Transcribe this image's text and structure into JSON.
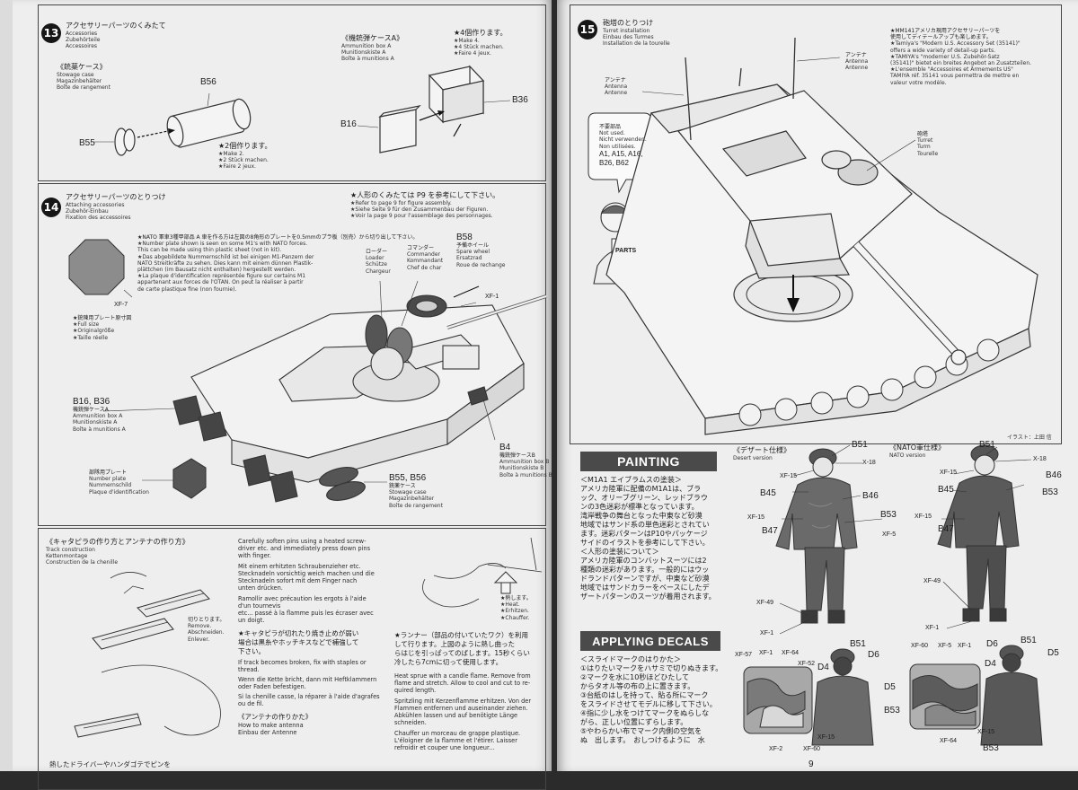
{
  "left": {
    "step13": {
      "num": "13",
      "title_jp": "アクセサリーパーツのくみたて",
      "title_en": "Accessories",
      "title_de": "Zubehörteile",
      "title_fr": "Accessoires",
      "stowage_jp": "《銃薬ケース》",
      "stowage_en": "Stowage case",
      "stowage_de": "Magazinbehälter",
      "stowage_fr": "Boîte de rangement",
      "b56": "B56",
      "b55": "B55",
      "make2_jp": "★2個作ります。",
      "make2_en": "★Make 2.",
      "make2_de": "★2 Stück machen.",
      "make2_fr": "★Faire 2 jeux.",
      "ammo_jp": "《機銃弾ケースA》",
      "ammo_en": "Ammunition box A",
      "ammo_de": "Munitionskiste A",
      "ammo_fr": "Boîte à munitions A",
      "make4_jp": "★4個作ります。",
      "make4_en": "★Make 4.",
      "make4_de": "★4 Stück machen.",
      "make4_fr": "★Faire 4 jeux.",
      "b36": "B36",
      "b16": "B16"
    },
    "step14": {
      "num": "14",
      "title_jp": "アクセサリーパーツのとりつけ",
      "title_en": "Attaching accessories",
      "title_de": "Zubehör-Einbau",
      "title_fr": "Fixation des accessoires",
      "ref_jp": "★人形のくみたては P9 を参考にして下さい。",
      "ref_en": "★Refer to page 9 for figure assembly.",
      "ref_de": "★Siehe Seite 9 für den Zusammenbau der Figuren.",
      "ref_fr": "★Voir la page 9 pour l'assemblage des personnages.",
      "nato_jp": "★NATO 軍車3種甲部品 A 車を作る方は左図の8角形のプレートを0.5mmのプラ板（別売）から切り出して下さい。",
      "nato_en1": "★Number plate shown is seen on some M1's with NATO forces.",
      "nato_en2": "This can be made using thin plastic sheet (not in kit).",
      "nato_de1": "★Das abgebildete Nummernschild ist bei einigen M1-Panzern der",
      "nato_de2": "NATO Streitkräfte zu sehen. Dies kann mit einem dünnen Plastik-",
      "nato_de3": "plättchen (im Bausatz nicht enthalten) hergestellt werden.",
      "nato_fr1": "★La plaque d'identification représentée figure sur certains M1",
      "nato_fr2": "appartenant aux forces de l'OTAN. On peut la réaliser à partir",
      "nato_fr3": "de carte plastique fine (non fournie).",
      "xf7": "XF-7",
      "fullsize_jp": "★銃陳用プレート原寸図",
      "fullsize_en": "★Full size",
      "fullsize_de": "★Originalgröße",
      "fullsize_fr": "★Taille réelle",
      "loader_jp": "ローダー",
      "loader_en": "Loader",
      "loader_de": "Schütze",
      "loader_fr": "Chargeur",
      "commander_jp": "コマンダー",
      "commander_en": "Commander",
      "commander_de": "Kommandant",
      "commander_fr": "Chef de char",
      "b58": "B58",
      "spare_jp": "予備ホイール",
      "spare_en": "Spare wheel",
      "spare_de": "Ersatzrad",
      "spare_fr": "Roue de rechange",
      "xf1": "XF-1",
      "b16b36": "B16, B36",
      "ammoA_jp": "機銃弾ケースA",
      "ammoA_en": "Ammunition box A",
      "ammoA_de": "Munitionskiste A",
      "ammoA_fr": "Boîte à munitions A",
      "b4": "B4",
      "ammoB_jp": "機銃弾ケースB",
      "ammoB_en": "Ammunition box B",
      "ammoB_de": "Munitionskiste B",
      "ammoB_fr": "Boîte à munitions B",
      "plate_jp": "部隊用プレート",
      "plate_en": "Number plate",
      "plate_de": "Nummernschild",
      "plate_fr": "Plaque d'identification",
      "b55b56": "B55, B56",
      "stow_jp": "銃薬ケース",
      "stow_en": "Stowage case",
      "stow_de": "Magazinbehälter",
      "stow_fr": "Boîte de rangement"
    },
    "track": {
      "title_jp": "《キャタピラの作り方とアンテナの作り方》",
      "title_en": "Track construction",
      "title_de": "Kettenmontage",
      "title_fr": "Construction de la chenille",
      "remove_jp": "切りとります。",
      "remove_en": "Remove.",
      "remove_de": "Abschneiden.",
      "remove_fr": "Enlever.",
      "bottom_jp": "熱したドライバーやハンダゴテでピンを",
      "en1": "Carefully soften pins using a heated screw-",
      "en2": "driver etc. and immediately press down pins",
      "en3": "with finger.",
      "de1": "Mit einem erhitzten Schraubenzieher etc.",
      "de2": "Stecknadeln vorsichtig weich machen und die",
      "de3": "Stecknadeln sofort mit dem Finger nach",
      "de4": "unten drücken.",
      "fr1": "Ramollir avec précaution les ergots à l'aide",
      "fr2": "d'un tournevis",
      "fr3": "etc... passé à la flamme puis les écraser avec",
      "fr4": "un doigt.",
      "broken_jp1": "★キャタピラが切れたり焼き止めが弱い",
      "broken_jp2": "場合は黒糸やホッチキスなどで補強して",
      "broken_jp3": "下さい。",
      "broken_en1": "If track becomes broken, fix with staples or",
      "broken_en2": "thread.",
      "broken_de1": "Wenn die Kette bricht, dann mit Heftklammern",
      "broken_de2": "oder Faden befestigen.",
      "broken_fr1": "Si la chenille casse, la réparer à l'aide d'agrafes",
      "broken_fr2": "ou de fil.",
      "ant_jp": "《アンテナの作りかた》",
      "ant_en": "How to make antenna",
      "ant_de": "Einbau der Antenne",
      "heat_jp": "★熱します。",
      "heat_en": "★Heat.",
      "heat_de": "★Erhitzen.",
      "heat_fr": "★Chauffer.",
      "runner_jp1": "★ランナー（部品の付いていたワク）を利用",
      "runner_jp2": "して行ります。上図のように熱し曲った",
      "runner_jp3": "らはじを引っぱってのばします。15秒くらい",
      "runner_jp4": "冷したら7cmに切って使用します。",
      "runner_en1": "Heat sprue with a candle flame. Remove from",
      "runner_en2": "flame and stretch. Allow to cool and cut to re-",
      "runner_en3": "quired length.",
      "runner_de1": "Spritzling mit Kerzenflamme erhitzen. Von der",
      "runner_de2": "Flammen entfernen und auseinander ziehen.",
      "runner_de3": "Abkühlen lassen und auf benötigte Länge",
      "runner_de4": "schneiden.",
      "runner_fr1": "Chauffer un morceau de grappe plastique.",
      "runner_fr2": "L'éloigner de la flamme et l'étirer. Laisser",
      "runner_fr3": "refroidir et couper une longueur..."
    }
  },
  "right": {
    "step15": {
      "num": "15",
      "title_jp": "砲塔のとりつけ",
      "title_en": "Turret installation",
      "title_de": "Einbau des Turmes",
      "title_fr": "Installation de la tourelle",
      "ant_jp": "アンテナ",
      "ant_en": "Antenna",
      "ant_de": "Antenne",
      "ant2_jp": "アンテナ",
      "ant2_en": "Antenna",
      "ant2_de": "Antenne",
      "notused_jp": "不要部品",
      "notused_en": "Not used.",
      "notused_de": "Nicht verwenden.",
      "notused_fr": "Non utilisées.",
      "notused_parts1": "A1, A15, A16,",
      "notused_parts2": "B26, B62",
      "sign": "PARTS",
      "turret_jp": "砲塔",
      "turret_en": "Turret",
      "turret_de": "Turm",
      "turret_fr": "Tourelle",
      "mm_jp1": "★MM141アメリカ現用アクセサリーパーツを",
      "mm_jp2": "使用してディテールアップも楽しめます。",
      "mm_en1": "★Tamiya's \"Modern U.S. Accessory Set (35141)\"",
      "mm_en2": "offers a wide variety of detail-up parts.",
      "mm_de1": "★TAMIYA's \"moderner U.S. Zubehör-Satz",
      "mm_de2": "(35141)\" bietet ein breites Angebot an Zusatzteilen.",
      "mm_fr1": "★L'ensemble \"Accessoires et Armements US\"",
      "mm_fr2": "TAMIYA réf. 35141 vous permettra de mettre en",
      "mm_fr3": "valeur votre modèle.",
      "illust": "イラスト：上田 信"
    },
    "painting": {
      "header": "PAINTING",
      "jp_title": "＜M1A1 エイブラムスの塗装＞",
      "jp1": "アメリカ陸軍に配備のM1A1は、ブラ",
      "jp2": "ック、オリーブグリーン、レッドブラウ",
      "jp3": "ンの3色迷彩が標準となっています。",
      "jp4": "湾岸戦争の舞台となった中東など砂漠",
      "jp5": "地域ではサンド系の単色迷彩とされてい",
      "jp6": "ます。迷彩パターンはP10やパッケージ",
      "jp7": "サイドのイラストを参考にして下さい。",
      "jp8": "＜人形の塗装について＞",
      "jp9": "アメリカ陸軍のコンバットスーツには2",
      "jp10": "種類の迷彩があります。一般的にはウッ",
      "jp11": "ドランドパターンですが、中東など砂漠",
      "jp12": "地域ではサンドカラーをベースにしたデ",
      "jp13": "ザートパターンのスーツが着用されます。",
      "desert_jp": "《デザート仕様》",
      "desert_en": "Desert version",
      "nato_jp": "《NATO軍仕様》",
      "nato_en": "NATO version",
      "b51": "B51",
      "x18": "X-18",
      "xf15": "XF-15",
      "b45": "B45",
      "b46": "B46",
      "b53": "B53",
      "xf5": "XF-5",
      "b47": "B47",
      "xf49": "XF-49",
      "xf1": "XF-1"
    },
    "decals": {
      "header": "APPLYING DECALS",
      "jp_title": "＜スライドマークのはりかた＞",
      "jp1": "①はりたいマークをハサミで切りぬきます。",
      "jp2": "②マークを水に10秒ほどひたして",
      "jp3": "からタオル等の布の上に置きます。",
      "jp4": "③台紙のはしを持って、貼る所にマーク",
      "jp5": "をスライドさせてモデルに移して下さい。",
      "jp6": "④指に少し水をつけてマークをぬらしな",
      "jp7": "がら、正しい位置にずらします。",
      "jp8": "⑤やわらかい布でマーク内側の空気を",
      "jp9": "ぬ　出します。　おしつけるように　水",
      "xf57": "XF-57",
      "xf1": "XF-1",
      "xf64": "XF-64",
      "xf52": "XF-52",
      "xf60": "XF-60",
      "xf5": "XF-5",
      "xf2": "XF-2",
      "xf15": "XF-15",
      "b51": "B51",
      "d6": "D6",
      "d4": "D4",
      "d5": "D5",
      "b53": "B53"
    },
    "page_number": "9"
  }
}
